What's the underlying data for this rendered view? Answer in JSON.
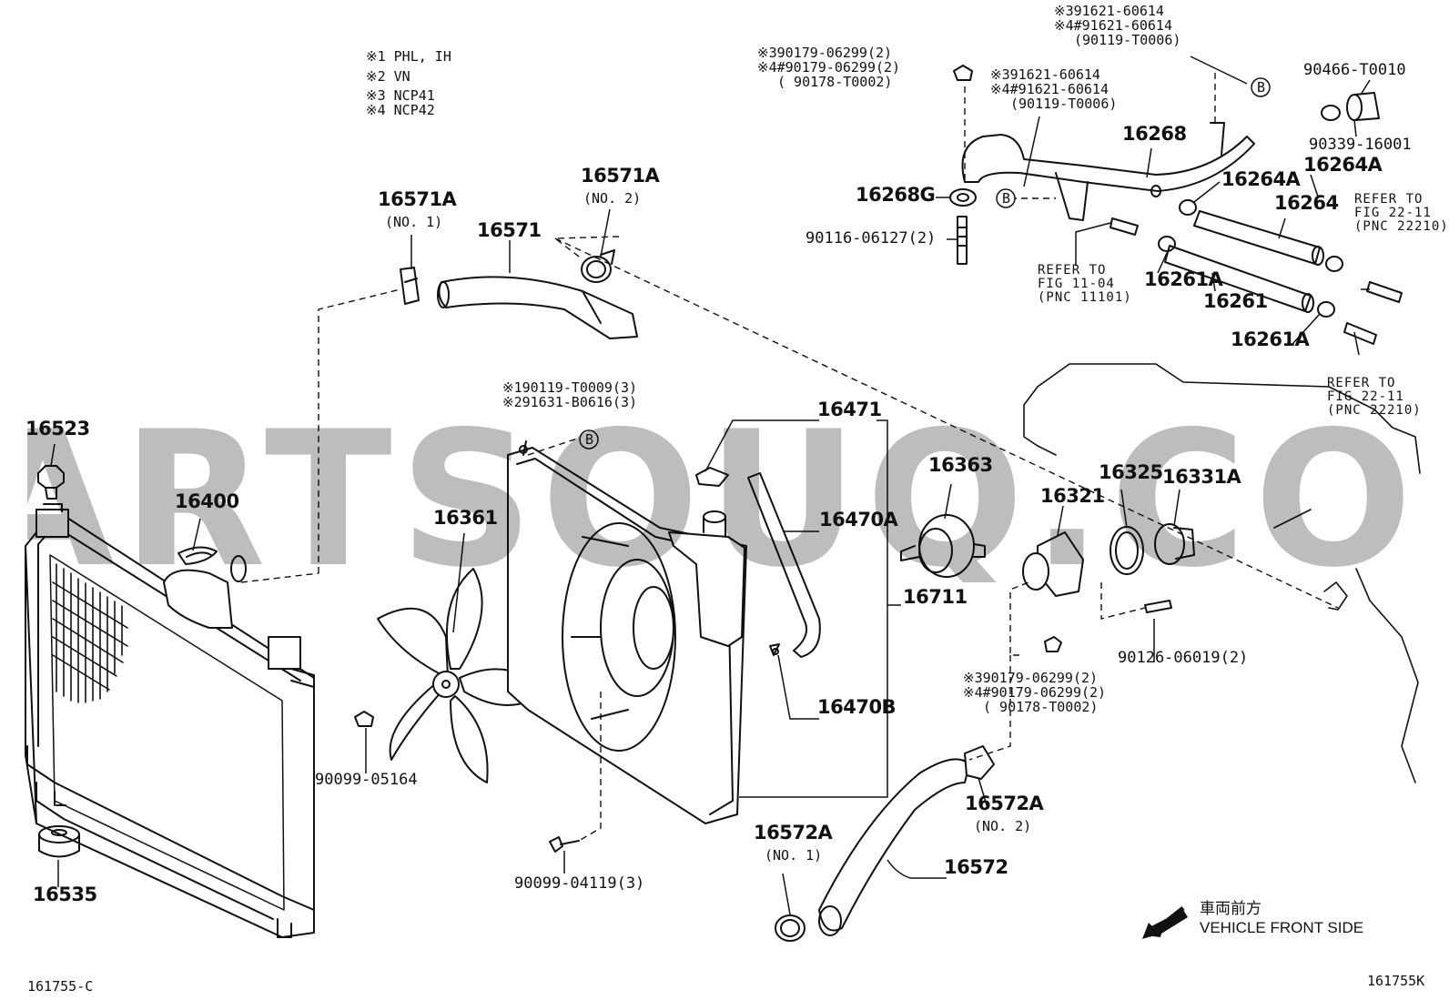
{
  "watermark": "PARTSOUQ.COM",
  "figure_left": "161755-C",
  "figure_right": "161755K",
  "legend": [
    "※1 PHL, IH",
    "※2 VN",
    "※3 NCP41",
    "※4 NCP42"
  ],
  "front_jp": "車両前方",
  "front_en": "VEHICLE FRONT SIDE",
  "parts": {
    "p16523": "16523",
    "p16400": "16400",
    "p16535": "16535",
    "p16571A_1": "16571A",
    "p16571A_1_sub": "(NO. 1)",
    "p16571": "16571",
    "p16571A_2": "16571A",
    "p16571A_2_sub": "(NO. 2)",
    "p16361": "16361",
    "p90099_05164": "90099-05164",
    "p90099_04119": "90099-04119(3)",
    "p16471": "16471",
    "p16470A": "16470A",
    "p16711": "16711",
    "p16470B": "16470B",
    "p16363": "16363",
    "p16321": "16321",
    "p16325": "16325",
    "p16331A": "16331A",
    "p90126": "90126-06019(2)",
    "p16572A_1": "16572A",
    "p16572A_1_sub": "(NO. 1)",
    "p16572": "16572",
    "p16572A_2": "16572A",
    "p16572A_2_sub": "(NO. 2)",
    "p16268": "16268",
    "p16268G": "16268G",
    "p90116": "90116-06127(2)",
    "p16264A_1": "16264A",
    "p16264A_2": "16264A",
    "p16264": "16264",
    "p16261A_1": "16261A",
    "p16261": "16261",
    "p16261A_2": "16261A",
    "p90466": "90466-T0010",
    "p90339": "90339-16001",
    "circle_b": "B"
  },
  "callouts": {
    "fan_screws": [
      "※190119-T0009(3)",
      "※291631-B0616(3)"
    ],
    "top_nut": [
      "※390179-06299(2)",
      "※4#90179-06299(2)",
      "( 90178-T0002)"
    ],
    "mid_bolt": [
      "※391621-60614",
      "※4#91621-60614",
      "(90119-T0006)"
    ],
    "top_bolt": [
      "※391621-60614",
      "※4#91621-60614",
      "(90119-T0006)"
    ],
    "lower_nut": [
      "※390179-06299(2)",
      "※4#90179-06299(2)",
      "( 90178-T0002)"
    ],
    "ref_11_04": [
      "REFER TO",
      "FIG 11-04",
      "(PNC 11101)"
    ],
    "ref_22_11_a": [
      "REFER TO",
      "FIG 22-11",
      "(PNC 22210)"
    ],
    "ref_22_11_b": [
      "REFER TO",
      "FIG 22-11",
      "(PNC 22210)"
    ]
  }
}
